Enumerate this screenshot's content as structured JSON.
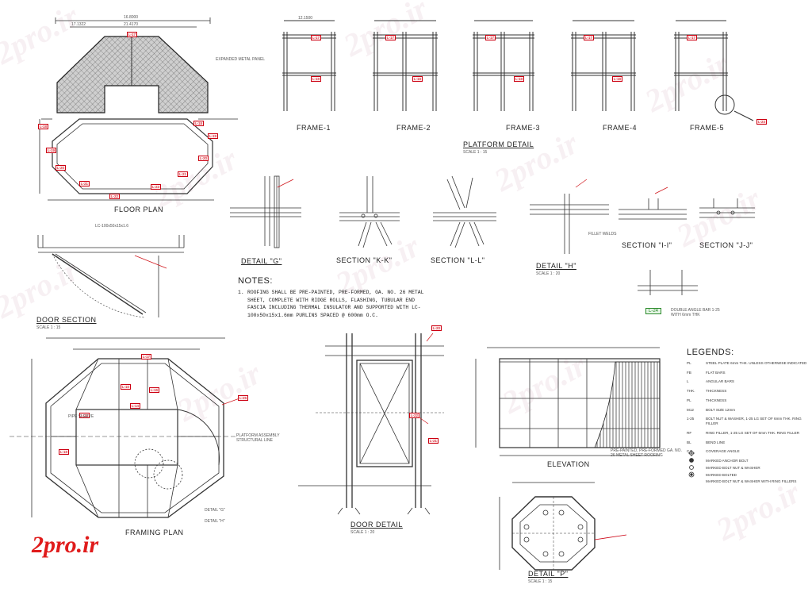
{
  "brand": {
    "logo_text": "2pro.ir",
    "watermark_text": "2pro.ir"
  },
  "titles": {
    "floor_plan": "FLOOR PLAN",
    "frame_1": "FRAME-1",
    "frame_2": "FRAME-2",
    "frame_3": "FRAME-3",
    "frame_4": "FRAME-4",
    "frame_5": "FRAME-5",
    "platform_detail": "PLATFORM DETAIL",
    "detail_g": "DETAIL \"G\"",
    "section_kk": "SECTION \"K-K\"",
    "section_ll": "SECTION \"L-L\"",
    "detail_h": "DETAIL \"H\"",
    "section_ii": "SECTION \"I-I\"",
    "section_jj": "SECTION \"J-J\"",
    "door_section": "DOOR SECTION",
    "framing_plan": "FRAMING PLAN",
    "door_detail": "DOOR DETAIL",
    "elevation": "ELEVATION",
    "detail_p": "DETAIL \"P\""
  },
  "scales": {
    "platform_detail": "SCALE 1 : 15",
    "detail_h": "SCALE 1 : 20",
    "door_section": "SCALE 1 : 15",
    "door_detail": "SCALE 1 : 20",
    "detail_p": "SCALE 1 : 15"
  },
  "notes": {
    "heading": "NOTES:",
    "items": [
      {
        "num": "1.",
        "text": "ROOFING SHALL BE PRE-PAINTED, PRE-FORMED, GA. NO. 26 METAL SHEET, COMPLETE WITH RIDGE ROLLS, FLASHING, TUBULAR END FASCIA INCLUDING THERMAL INSULATOR AND SUPPORTED WITH LC-100x50x15x1.6mm PURLINS SPACED @ 600mm O.C."
      }
    ]
  },
  "legend": {
    "heading": "LEGENDS:",
    "rows": [
      {
        "key": "PL",
        "value": "STEEL PLATE 6mm THK. UNLESS OTHERWISE INDICATED"
      },
      {
        "key": "FB",
        "value": "FLAT BARS"
      },
      {
        "key": "L",
        "value": "ANGULAR BARS"
      },
      {
        "key": "THK.",
        "value": "THICKNESS"
      },
      {
        "key": "PL",
        "value": "THICKNESS"
      },
      {
        "key": "M12",
        "value": "BOLT SIZE 12mm"
      },
      {
        "key": "1-25",
        "value": "BOLT NUT & WASHER, 1-25 LG SET OF 6mm THK. RING FILLER"
      },
      {
        "key": "RF",
        "value": "RING FILLER, 1-25 LG SET OF 6mm THK. RING FILLER"
      },
      {
        "key": "BL",
        "value": "BEND LINE"
      },
      {
        "key": "CA",
        "value": "COVERAGE ANGLE"
      },
      {
        "key": "",
        "value": "MARKED ANCHOR BOLT"
      },
      {
        "key": "",
        "value": "MARKED BOLT NUT & WASHER"
      },
      {
        "key": "",
        "value": "MARKED BOLTED"
      },
      {
        "key": "",
        "value": "MARKED BOLT NUT & WASHER WITH RING FILLERS"
      }
    ]
  },
  "tags": {
    "l17": "L-17",
    "l18": "L-18",
    "l19": "L-19",
    "l20": "L-20",
    "l21": "L-21",
    "l22": "L-22",
    "l23": "L-23",
    "l24": "L-24",
    "l25": "L-25",
    "l14": "L-14",
    "l16": "L-16",
    "l10": "L-10"
  },
  "annotations": {
    "dim_overall": "16.8000",
    "dim_side": "17.1322",
    "dim_center": "21.4170",
    "dim_frame": "12.1500",
    "fence_note": "EXPANDED METAL PANEL",
    "purlin_note": "LC-100x50x15x1.6",
    "pipe_note": "PIPE SLEEVE",
    "sheet_note": "PRE-PAINTED, PRE-FORMED GA. NO. 26 METAL SHEET ROOFING",
    "fillet_weld": "FILLET WELDS",
    "l24_note": "DOUBLE ANGLE BAR 1-25 WITH 6mm THK",
    "detail_g_callout": "DETAIL \"G\"",
    "detail_h_callout": "DETAIL \"H\"",
    "platform_line": "PLATFORM ASSEMBLY STRUCTURAL LINE"
  },
  "colors": {
    "line": "#333333",
    "red": "#d0151b",
    "green": "#2a8a2a",
    "hatch": "#555555"
  }
}
